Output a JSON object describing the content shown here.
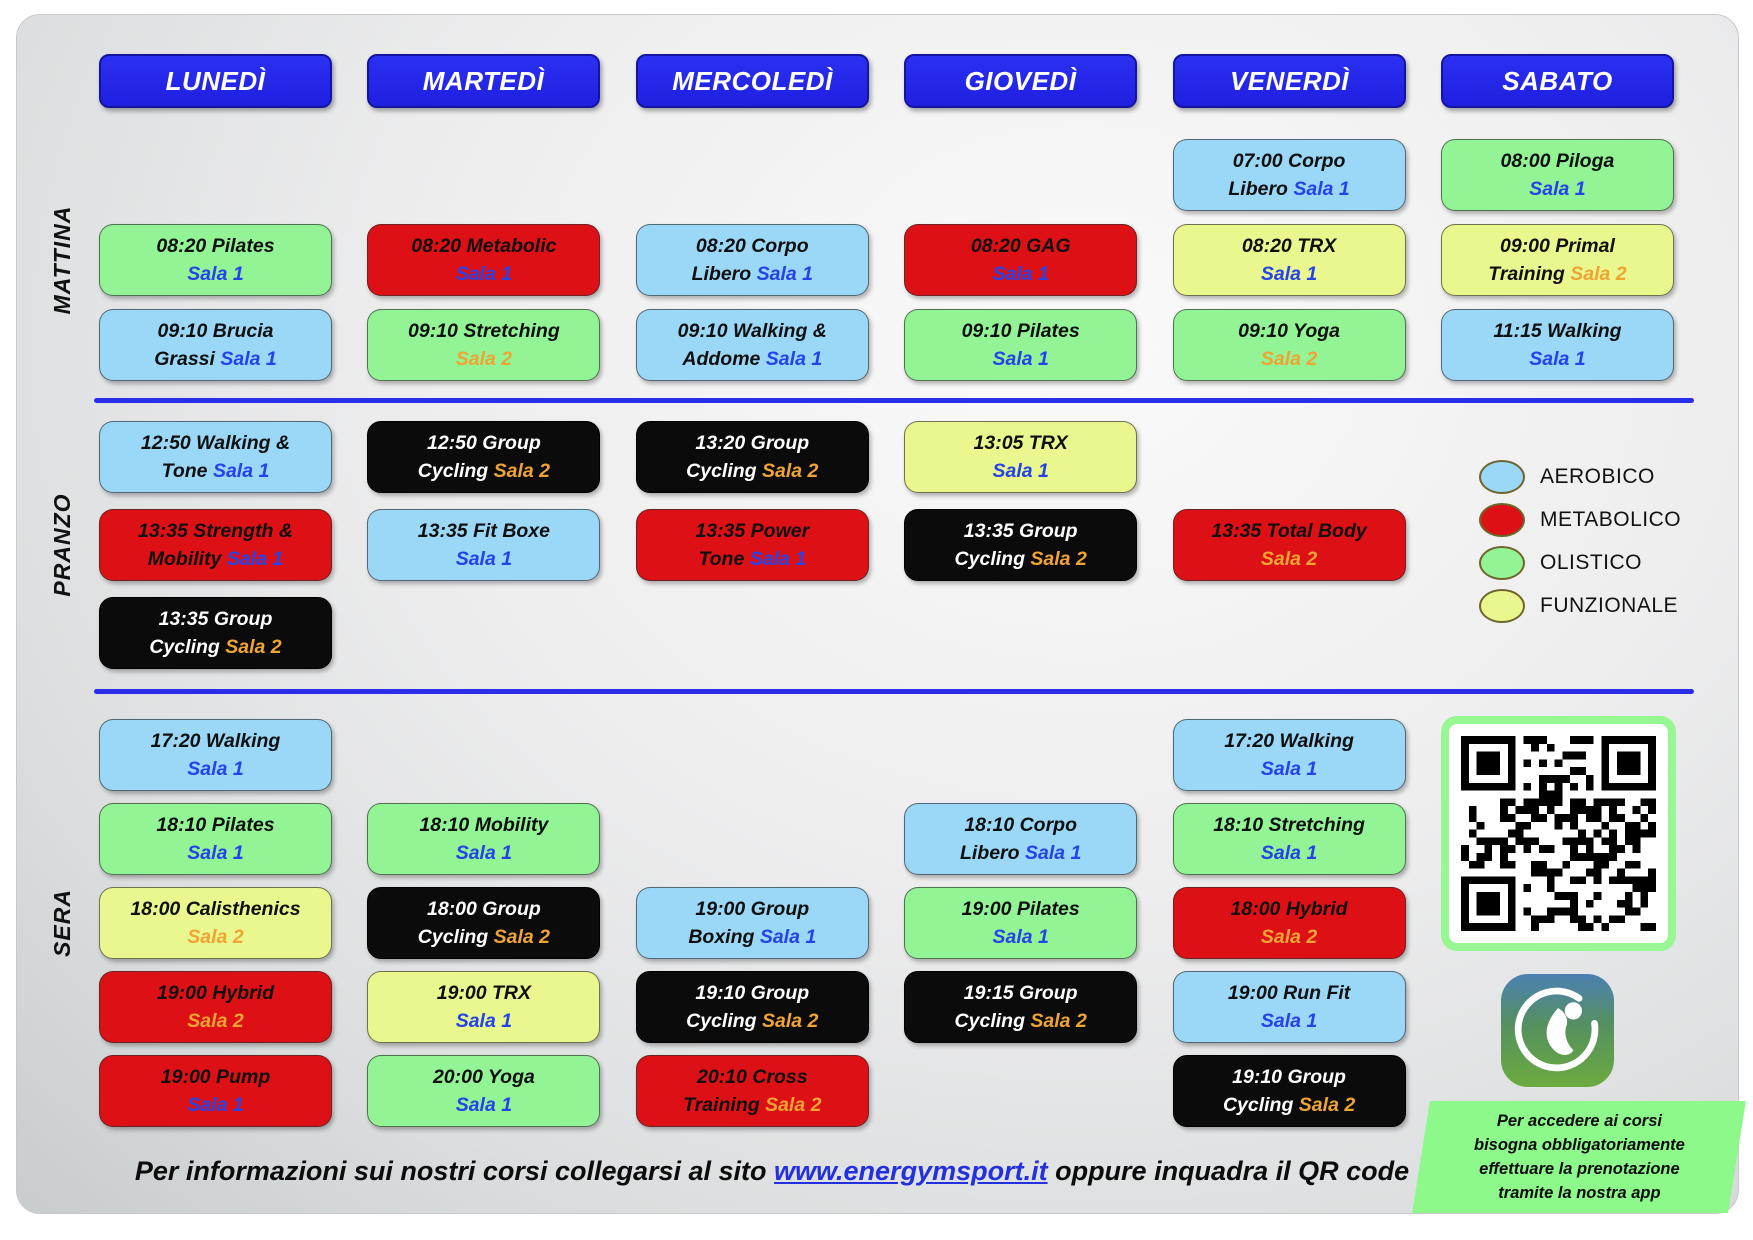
{
  "days": [
    "LUNEDÌ",
    "MARTEDÌ",
    "MERCOLEDÌ",
    "GIOVEDÌ",
    "VENERDÌ",
    "SABATO"
  ],
  "section_labels": [
    "MATTINA",
    "PRANZO",
    "SERA"
  ],
  "colors": {
    "aerobico": "#9bd7f6",
    "metabolico": "#dd1015",
    "olistico": "#93f496",
    "funzionale": "#e9f78e",
    "cycling": "#0b0b0b",
    "sala1": "#2543ea",
    "sala2": "#efa434",
    "divider": "#2a2eea",
    "header": "#2323ee",
    "note": "#8ef98b",
    "qrborder": "#97f793"
  },
  "legend": [
    {
      "label": "AEROBICO",
      "type": "aerobico"
    },
    {
      "label": "METABOLICO",
      "type": "metabolico"
    },
    {
      "label": "OLISTICO",
      "type": "olistico"
    },
    {
      "label": "FUNZIONALE",
      "type": "funzionale"
    }
  ],
  "schedule": {
    "sections": [
      {
        "id": "mattina",
        "rows": 3,
        "cells": [
          {
            "day": 4,
            "row": 0,
            "line1": "07:00 Corpo",
            "line2": "Libero",
            "sala": "Sala 1",
            "type": "aerobico"
          },
          {
            "day": 5,
            "row": 0,
            "line1": "08:00 Piloga",
            "line2": "",
            "sala": "Sala 1",
            "type": "olistico"
          },
          {
            "day": 0,
            "row": 1,
            "line1": "08:20 Pilates",
            "line2": "",
            "sala": "Sala 1",
            "type": "olistico"
          },
          {
            "day": 1,
            "row": 1,
            "line1": "08:20 Metabolic",
            "line2": "",
            "sala": "Sala 1",
            "type": "metabolico"
          },
          {
            "day": 2,
            "row": 1,
            "line1": "08:20 Corpo",
            "line2": "Libero",
            "sala": "Sala 1",
            "type": "aerobico"
          },
          {
            "day": 3,
            "row": 1,
            "line1": "08:20 GAG",
            "line2": "",
            "sala": "Sala 1",
            "type": "metabolico"
          },
          {
            "day": 4,
            "row": 1,
            "line1": "08:20 TRX",
            "line2": "",
            "sala": "Sala 1",
            "type": "funzionale"
          },
          {
            "day": 5,
            "row": 1,
            "line1": "09:00 Primal",
            "line2": "Training",
            "sala": "Sala 2",
            "type": "funzionale"
          },
          {
            "day": 0,
            "row": 2,
            "line1": "09:10 Brucia",
            "line2": "Grassi",
            "sala": "Sala 1",
            "type": "aerobico"
          },
          {
            "day": 1,
            "row": 2,
            "line1": "09:10 Stretching",
            "line2": "",
            "sala": "Sala 2",
            "type": "olistico"
          },
          {
            "day": 2,
            "row": 2,
            "line1": "09:10 Walking &",
            "line2": "Addome",
            "sala": "Sala 1",
            "type": "aerobico"
          },
          {
            "day": 3,
            "row": 2,
            "line1": "09:10 Pilates",
            "line2": "",
            "sala": "Sala 1",
            "type": "olistico"
          },
          {
            "day": 4,
            "row": 2,
            "line1": "09:10 Yoga",
            "line2": "",
            "sala": "Sala 2",
            "type": "olistico"
          },
          {
            "day": 5,
            "row": 2,
            "line1": "11:15 Walking",
            "line2": "",
            "sala": "Sala 1",
            "type": "aerobico"
          }
        ]
      },
      {
        "id": "pranzo",
        "rows": 3,
        "cells": [
          {
            "day": 0,
            "row": 0,
            "line1": "12:50 Walking &",
            "line2": "Tone",
            "sala": "Sala 1",
            "type": "aerobico"
          },
          {
            "day": 1,
            "row": 0,
            "line1": "12:50 Group",
            "line2": "Cycling",
            "sala": "Sala 2",
            "type": "cycling"
          },
          {
            "day": 2,
            "row": 0,
            "line1": "13:20 Group",
            "line2": "Cycling",
            "sala": "Sala 2",
            "type": "cycling"
          },
          {
            "day": 3,
            "row": 0,
            "line1": "13:05 TRX",
            "line2": "",
            "sala": "Sala 1",
            "type": "funzionale"
          },
          {
            "day": 0,
            "row": 1,
            "line1": "13:35 Strength &",
            "line2": "Mobility",
            "sala": "Sala 1",
            "type": "metabolico"
          },
          {
            "day": 1,
            "row": 1,
            "line1": "13:35 Fit Boxe",
            "line2": "",
            "sala": "Sala 1",
            "type": "aerobico"
          },
          {
            "day": 2,
            "row": 1,
            "line1": "13:35 Power",
            "line2": "Tone",
            "sala": "Sala 1",
            "type": "metabolico"
          },
          {
            "day": 3,
            "row": 1,
            "line1": "13:35 Group",
            "line2": "Cycling",
            "sala": "Sala 2",
            "type": "cycling"
          },
          {
            "day": 4,
            "row": 1,
            "line1": "13:35 Total Body",
            "line2": "",
            "sala": "Sala 2",
            "type": "metabolico"
          },
          {
            "day": 0,
            "row": 2,
            "line1": "13:35 Group",
            "line2": "Cycling",
            "sala": "Sala 2",
            "type": "cycling"
          }
        ]
      },
      {
        "id": "sera",
        "rows": 5,
        "cells": [
          {
            "day": 0,
            "row": 0,
            "line1": "17:20 Walking",
            "line2": "",
            "sala": "Sala 1",
            "type": "aerobico"
          },
          {
            "day": 4,
            "row": 0,
            "line1": "17:20 Walking",
            "line2": "",
            "sala": "Sala 1",
            "type": "aerobico"
          },
          {
            "day": 0,
            "row": 1,
            "line1": "18:10 Pilates",
            "line2": "",
            "sala": "Sala 1",
            "type": "olistico"
          },
          {
            "day": 1,
            "row": 1,
            "line1": "18:10 Mobility",
            "line2": "",
            "sala": "Sala 1",
            "type": "olistico"
          },
          {
            "day": 3,
            "row": 1,
            "line1": "18:10 Corpo",
            "line2": "Libero",
            "sala": "Sala 1",
            "type": "aerobico"
          },
          {
            "day": 4,
            "row": 1,
            "line1": "18:10 Stretching",
            "line2": "",
            "sala": "Sala 1",
            "type": "olistico"
          },
          {
            "day": 0,
            "row": 2,
            "line1": "18:00 Calisthenics",
            "line2": "",
            "sala": "Sala 2",
            "type": "funzionale"
          },
          {
            "day": 1,
            "row": 2,
            "line1": "18:00 Group",
            "line2": "Cycling",
            "sala": "Sala 2",
            "type": "cycling"
          },
          {
            "day": 2,
            "row": 2,
            "line1": "19:00 Group",
            "line2": "Boxing",
            "sala": "Sala 1",
            "type": "aerobico"
          },
          {
            "day": 3,
            "row": 2,
            "line1": "19:00 Pilates",
            "line2": "",
            "sala": "Sala 1",
            "type": "olistico"
          },
          {
            "day": 4,
            "row": 2,
            "line1": "18:00 Hybrid",
            "line2": "",
            "sala": "Sala 2",
            "type": "metabolico"
          },
          {
            "day": 0,
            "row": 3,
            "line1": "19:00 Hybrid",
            "line2": "",
            "sala": "Sala 2",
            "type": "metabolico"
          },
          {
            "day": 1,
            "row": 3,
            "line1": "19:00 TRX",
            "line2": "",
            "sala": "Sala 1",
            "type": "funzionale"
          },
          {
            "day": 2,
            "row": 3,
            "line1": "19:10 Group",
            "line2": "Cycling",
            "sala": "Sala 2",
            "type": "cycling"
          },
          {
            "day": 3,
            "row": 3,
            "line1": "19:15 Group",
            "line2": "Cycling",
            "sala": "Sala 2",
            "type": "cycling"
          },
          {
            "day": 4,
            "row": 3,
            "line1": "19:00 Run Fit",
            "line2": "",
            "sala": "Sala 1",
            "type": "aerobico"
          },
          {
            "day": 0,
            "row": 4,
            "line1": "19:00 Pump",
            "line2": "",
            "sala": "Sala 1",
            "type": "metabolico"
          },
          {
            "day": 1,
            "row": 4,
            "line1": "20:00 Yoga",
            "line2": "",
            "sala": "Sala 1",
            "type": "olistico"
          },
          {
            "day": 2,
            "row": 4,
            "line1": "20:10 Cross",
            "line2": "Training",
            "sala": "Sala 2",
            "type": "metabolico"
          },
          {
            "day": 4,
            "row": 4,
            "line1": "19:10 Group",
            "line2": "Cycling",
            "sala": "Sala 2",
            "type": "cycling"
          }
        ]
      }
    ]
  },
  "note_lines": [
    "Per accedere ai corsi",
    "bisogna obbligatoriamente",
    "effettuare la prenotazione",
    "tramite la nostra app"
  ],
  "footer": {
    "pre": "Per informazioni sui nostri corsi collegarsi al sito ",
    "link": "www.energymsport.it",
    "post": " oppure inquadra il QR code"
  }
}
